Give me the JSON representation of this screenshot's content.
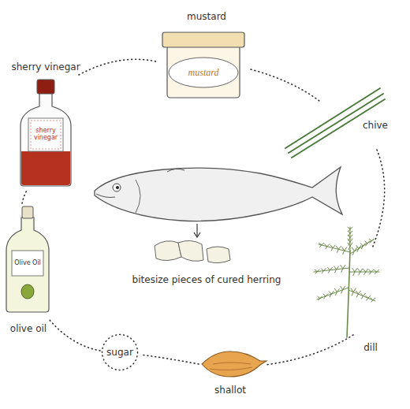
{
  "diagram": {
    "nodes": [
      {
        "text": [
          "sugar"
        ]
      }
    ],
    "labels": [
      "mustard",
      "mustard",
      "sherry vinegar",
      "sherry vinegar",
      "chive",
      "olive oil",
      "Olive Oil",
      "dill",
      "shallot",
      "bitesize pieces of cured herring"
    ]
  }
}
